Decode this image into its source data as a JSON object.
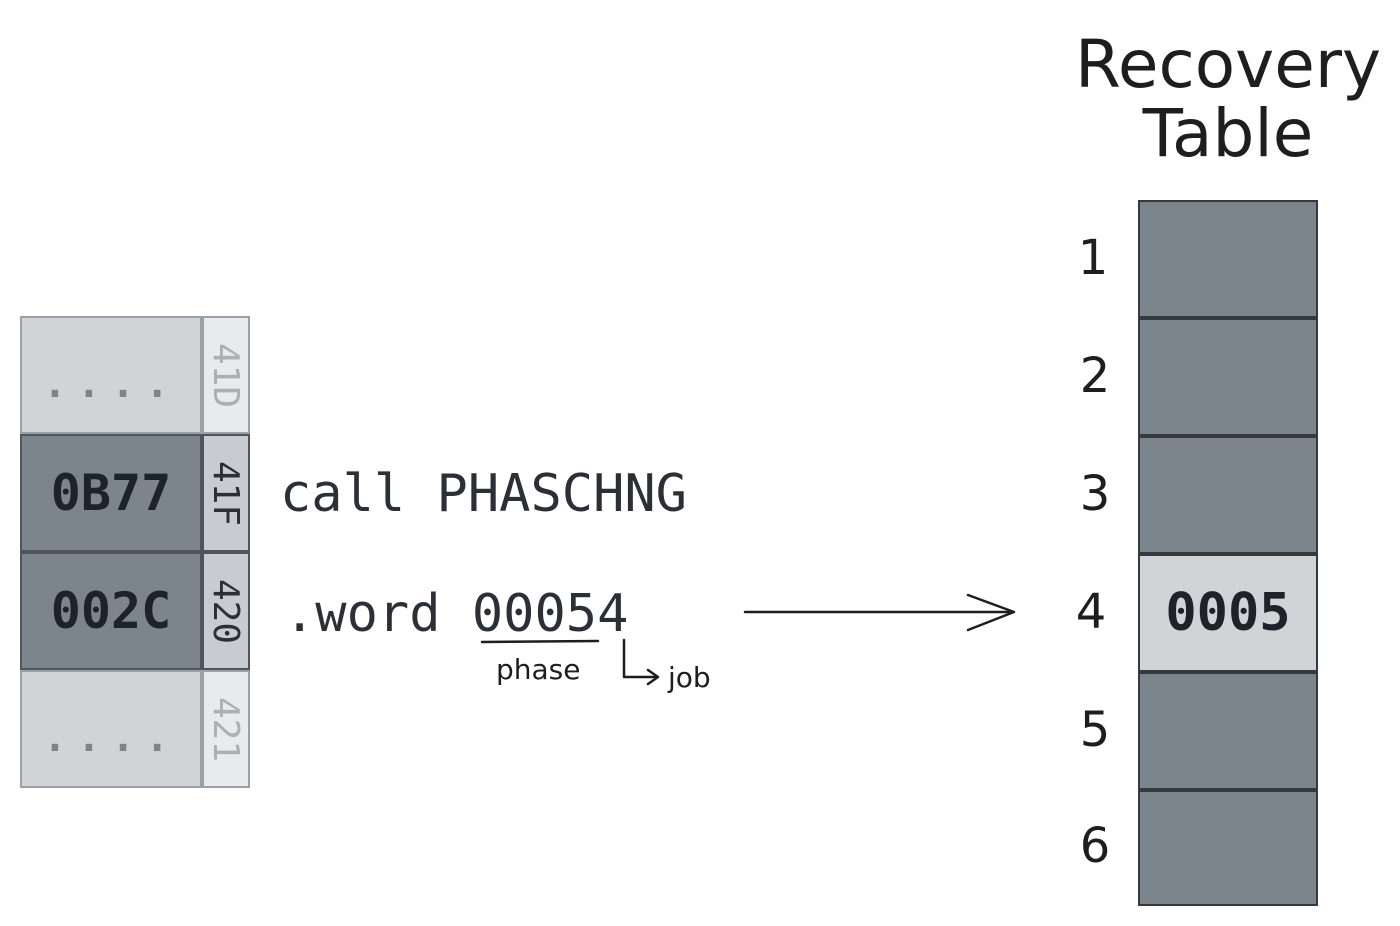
{
  "memory": {
    "cells": [
      {
        "value": "....",
        "address": "41D",
        "style": "light"
      },
      {
        "value": "0B77",
        "address": "41F",
        "style": "dark"
      },
      {
        "value": "002C",
        "address": "420",
        "style": "dark"
      },
      {
        "value": "....",
        "address": "421",
        "style": "light"
      }
    ]
  },
  "code": {
    "line1": "call PHASCHNG",
    "line2_prefix": ".word ",
    "line2_phase": "0005",
    "line2_job": "4",
    "phase_label": "phase",
    "job_label": "job"
  },
  "recovery_table": {
    "title_line1": "Recovery",
    "title_line2": "Table",
    "rows": [
      {
        "index": "1",
        "value": ""
      },
      {
        "index": "2",
        "value": ""
      },
      {
        "index": "3",
        "value": ""
      },
      {
        "index": "4",
        "value": "0005"
      },
      {
        "index": "5",
        "value": ""
      },
      {
        "index": "6",
        "value": ""
      }
    ]
  },
  "colors": {
    "dark_cell": "#7d858c",
    "light_cell": "#d1d4d7",
    "text": "#1e2329"
  }
}
